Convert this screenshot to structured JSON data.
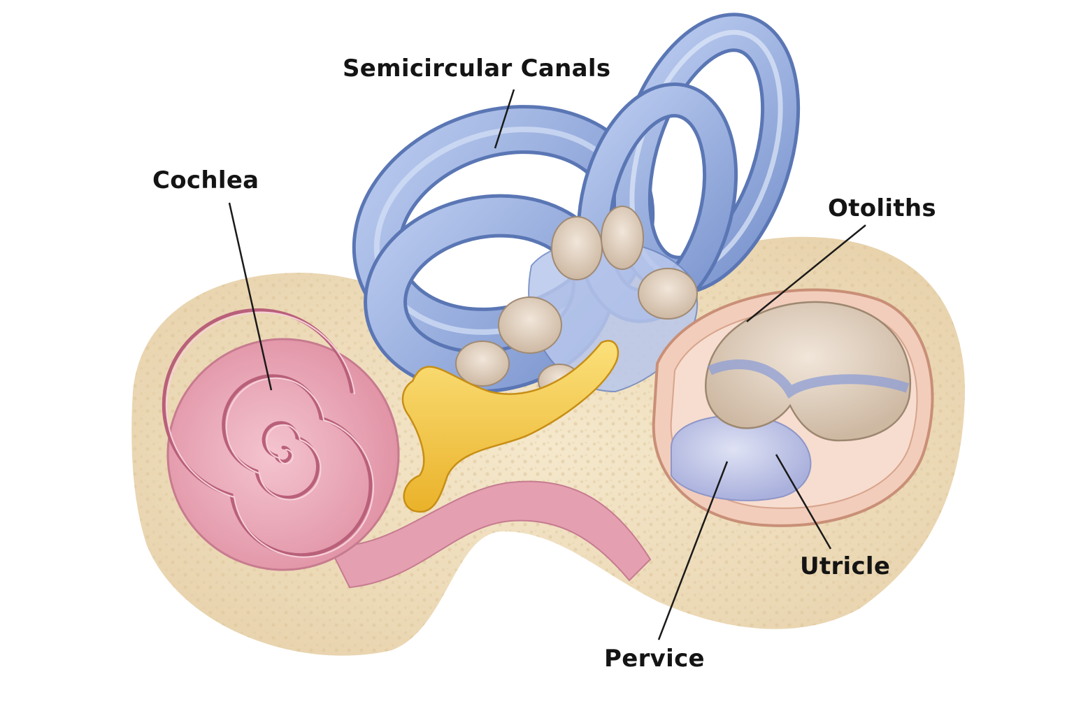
{
  "labels": {
    "semicircular_canals": "Semicircular Canals",
    "cochlea": "Cochlea",
    "otoliths": "Otoliths",
    "utricle": "Utricle",
    "pervice": "Pervice"
  },
  "colors": {
    "bone": "#efe0c2",
    "bone_edge": "#d9c29b",
    "cochlea": "#e9a5b3",
    "cochlea_dark": "#c96f86",
    "canals": "#8ea9dc",
    "canals_dark": "#4e6aa8",
    "vestibule": "#f4c53a",
    "otolith": "#e5d5c3",
    "saccule": "#c8cdea",
    "membrane": "#e9b9a3",
    "leader_line": "#1a1a1a"
  }
}
